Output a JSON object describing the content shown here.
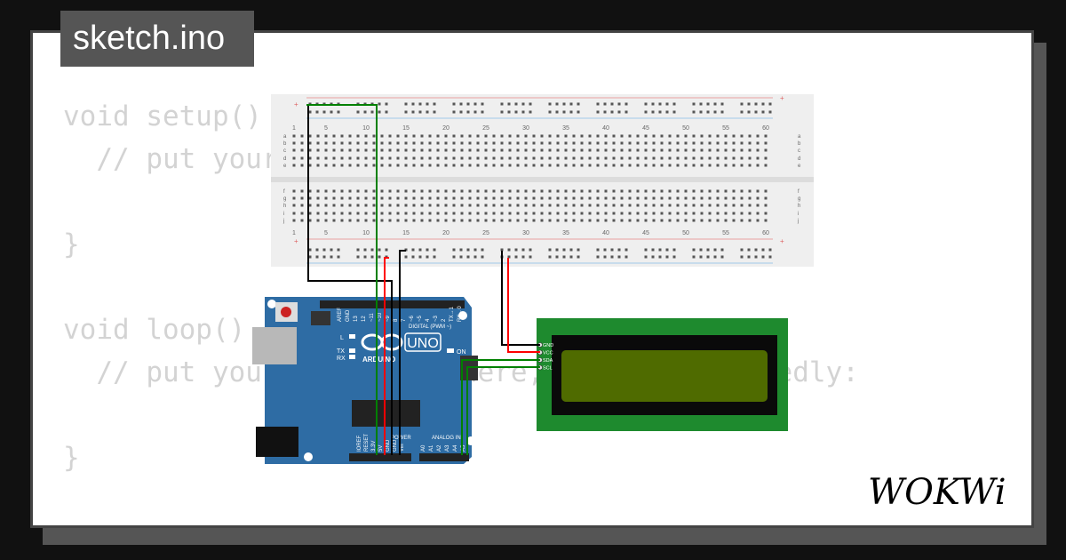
{
  "tab": {
    "filename": "sketch.ino"
  },
  "code": {
    "line1": "void setup() {",
    "line2": "  // put your setup code here, to run once:",
    "line3": "",
    "line4": "}",
    "line5": "",
    "line6": "void loop() {",
    "line7": "  // put your main code here, to run repeatedly:",
    "line8": "",
    "line9": "}"
  },
  "breadboard": {
    "top_rows": [
      "a",
      "b",
      "c",
      "d",
      "e"
    ],
    "bottom_rows": [
      "f",
      "g",
      "h",
      "i",
      "j"
    ],
    "column_labels": [
      "1",
      "5",
      "10",
      "15",
      "20",
      "25",
      "30",
      "35",
      "40",
      "45",
      "50",
      "55",
      "60"
    ],
    "plus": "+",
    "minus": "-"
  },
  "arduino": {
    "model": "UNO",
    "brand": "ARDUINO",
    "digital_label": "DIGITAL (PWM ~)",
    "analog_label": "ANALOG IN",
    "power_label": "POWER",
    "on_label": "ON",
    "l_label": "L",
    "tx_label": "TX",
    "rx_label": "RX",
    "digital_pins": [
      "AREF",
      "GND",
      "13",
      "12",
      "~11",
      "~10",
      "~9",
      "8",
      "7",
      "~6",
      "~5",
      "4",
      "~3",
      "2",
      "TX→1",
      "RX←0"
    ],
    "power_pins": [
      "IOREF",
      "RESET",
      "3.3V",
      "5V",
      "GND",
      "GND",
      "Vin"
    ],
    "analog_pins": [
      "A0",
      "A1",
      "A2",
      "A3",
      "A4",
      "A5"
    ]
  },
  "lcd": {
    "pins": [
      "GND",
      "VCC",
      "SDA",
      "SCL"
    ]
  },
  "brand": {
    "logo_text": "WOKWi"
  },
  "colors": {
    "background": "#111111",
    "card": "#ffffff",
    "tab": "#555555",
    "code_text": "#d3d3d3",
    "arduino_blue": "#2e6ca4",
    "lcd_green": "#1e8a2e",
    "lcd_screen": "#4f6b00",
    "wire_black": "#000000",
    "wire_red": "#ff0000",
    "wire_green": "#008000"
  }
}
